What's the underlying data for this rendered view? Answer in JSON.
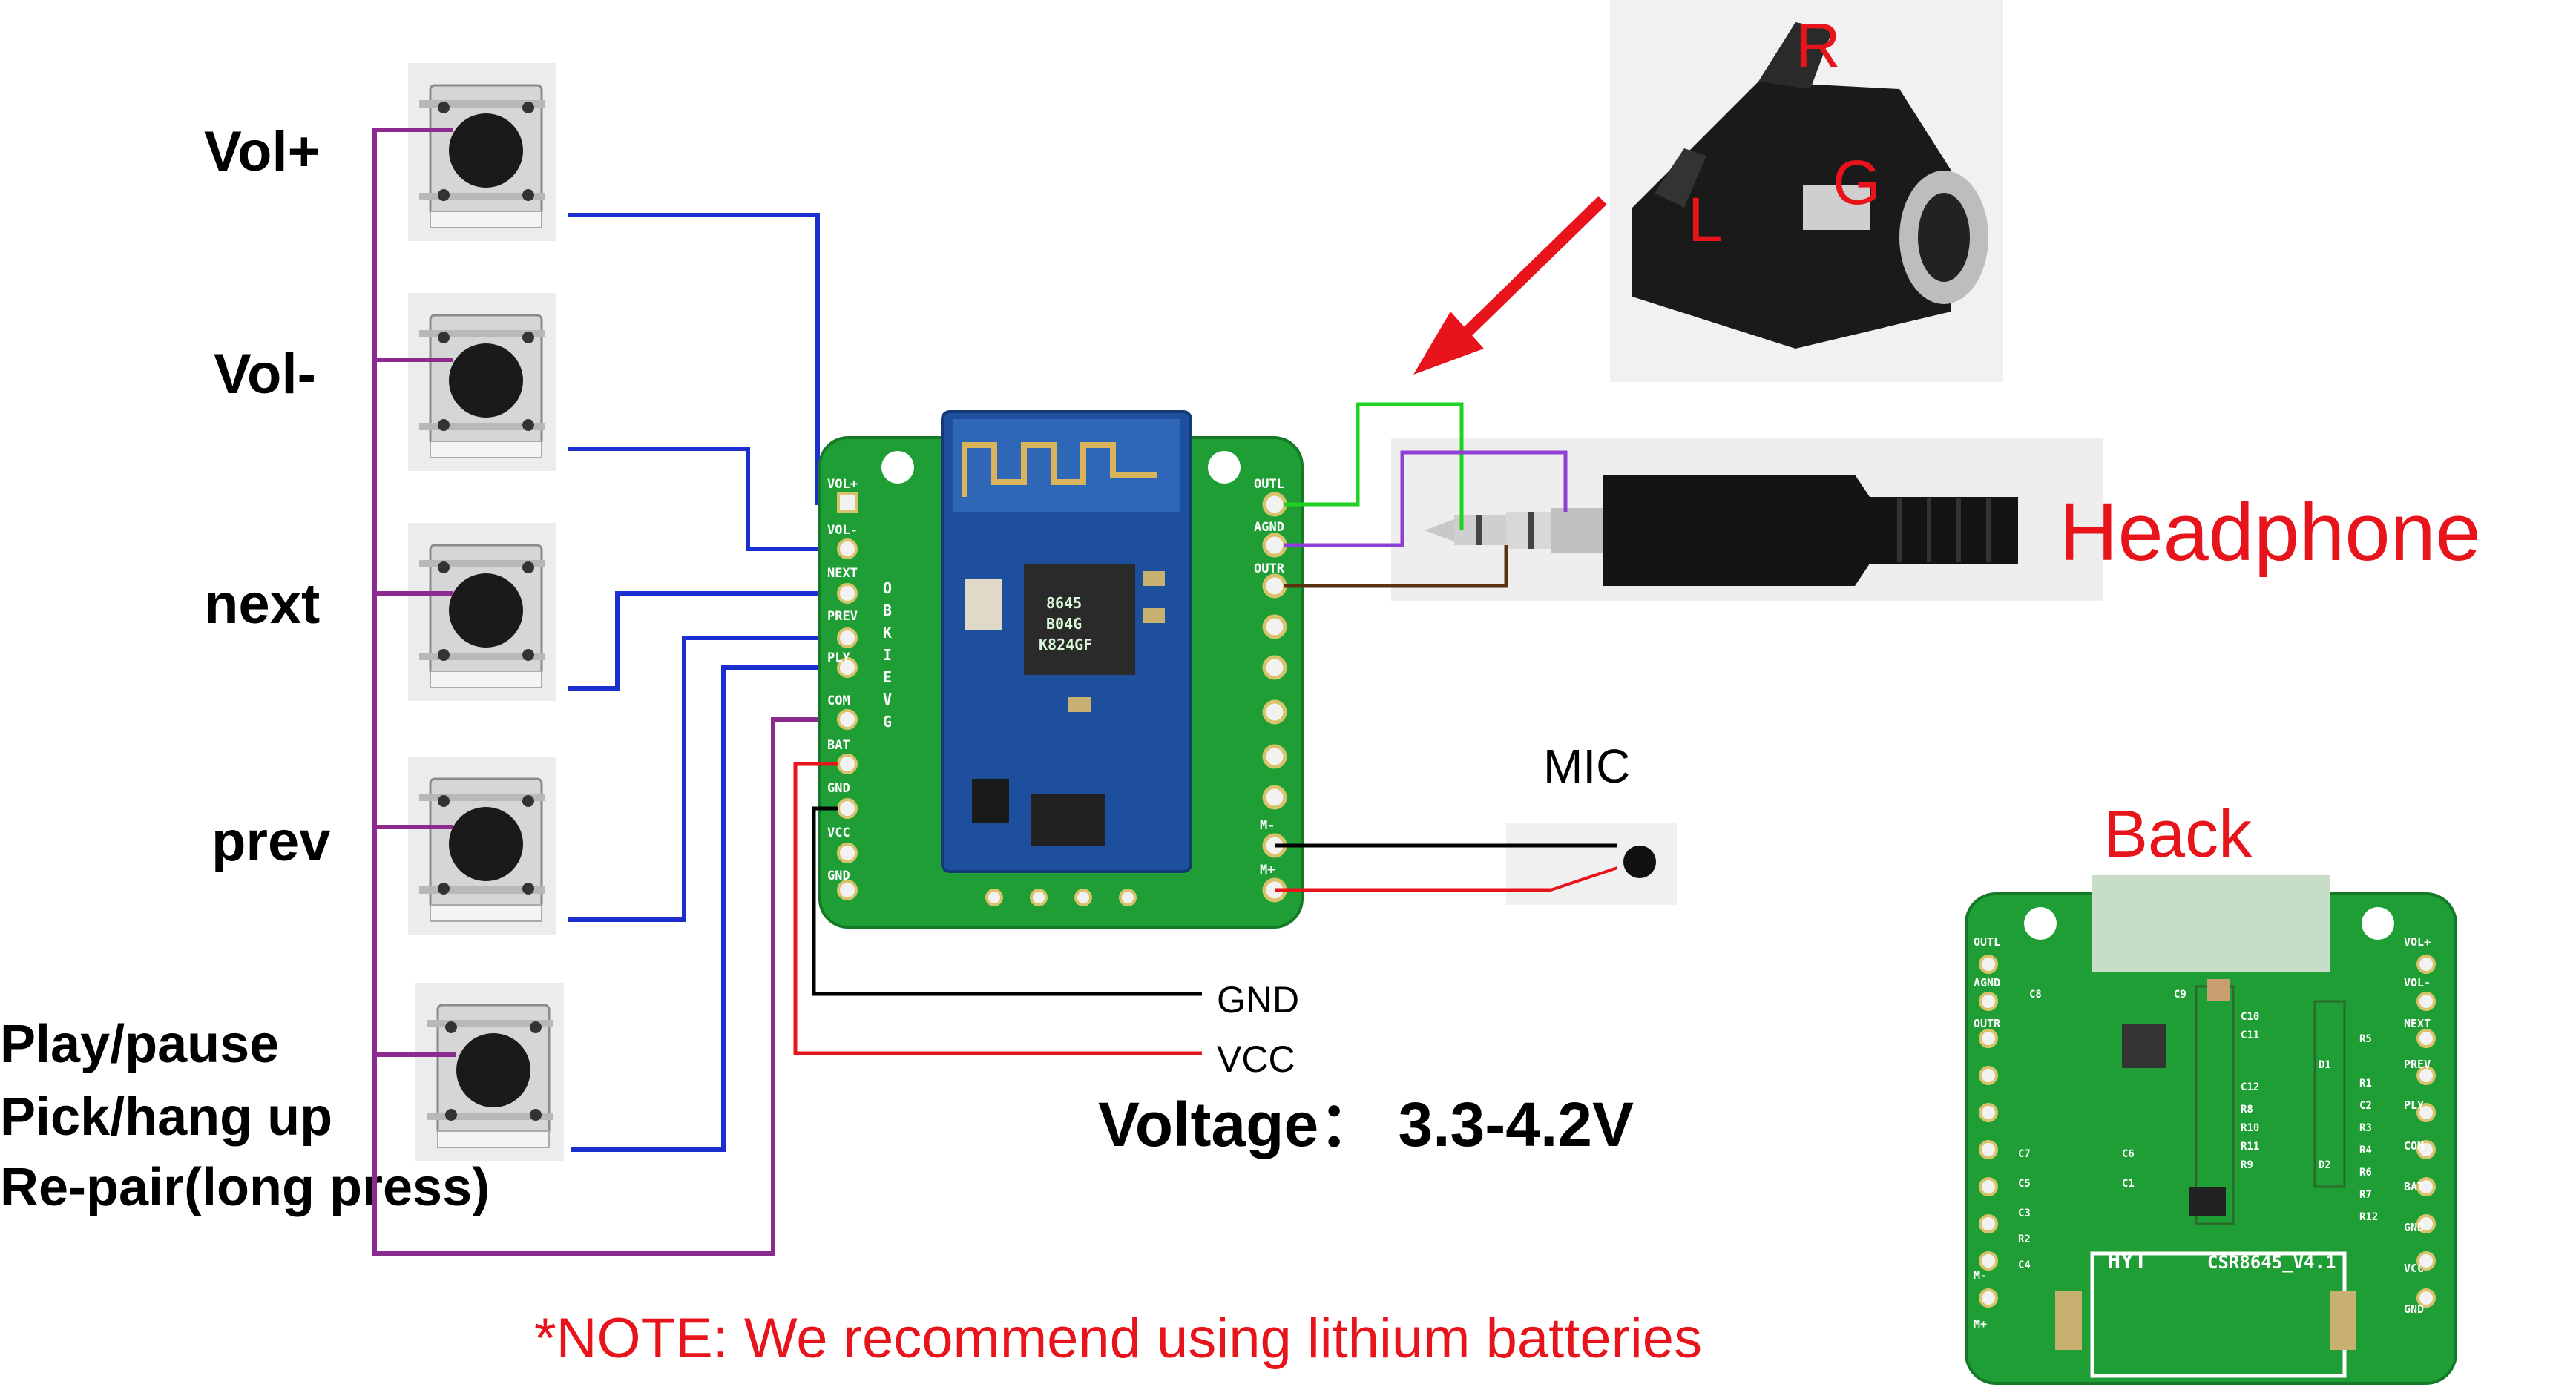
{
  "buttons": [
    {
      "label": "Vol+"
    },
    {
      "label": "Vol-"
    },
    {
      "label": "next"
    },
    {
      "label": "prev"
    },
    {
      "label_lines": [
        "Play/pause",
        "Pick/hang up",
        "Re-pair(long press)"
      ]
    }
  ],
  "board": {
    "left_pins": [
      "VOL+",
      "VOL-",
      "NEXT",
      "PREV",
      "PLY",
      "COM",
      "BAT",
      "GND",
      "VCC",
      "GND"
    ],
    "right_pins": [
      "OUTL",
      "AGND",
      "OUTR",
      "",
      "",
      "",
      "",
      "",
      "M-",
      "M+"
    ],
    "side_letters": [
      "O",
      "B",
      "K",
      "I",
      "E",
      "V",
      "G"
    ],
    "chip_text": [
      "8645",
      "B04G",
      "K824GF"
    ]
  },
  "jack_labels": {
    "R": "R",
    "G": "G",
    "L": "L"
  },
  "headphone_label": "Headphone",
  "mic_label": "MIC",
  "power": {
    "gnd": "GND",
    "vcc": "VCC"
  },
  "voltage": "Voltage： 3.3-4.2V",
  "note": "*NOTE: We recommend using lithium batteries",
  "back": {
    "title": "Back",
    "left_pins": [
      "OUTL",
      "AGND",
      "OUTR",
      "",
      "",
      "",
      "",
      "",
      "M-",
      "M+"
    ],
    "right_pins": [
      "VOL+",
      "VOL-",
      "NEXT",
      "PREV",
      "PLY",
      "COM",
      "BAT",
      "GND",
      "VCC",
      "GND"
    ],
    "components": [
      "C8",
      "C9",
      "C10",
      "C11",
      "C12",
      "R8",
      "R10",
      "R11",
      "R9",
      "C7",
      "C5",
      "C6",
      "C1",
      "C3",
      "R2",
      "C4",
      "R1",
      "C2",
      "R3",
      "R4",
      "R5",
      "R6",
      "R7",
      "R12",
      "D1",
      "D2"
    ],
    "marking_left": "HYT",
    "marking_right": "CSR8645_V4.1"
  },
  "colors": {
    "pcb_green": "#1f9e35",
    "module_blue": "#1e4f9c",
    "wire_purple": "#8b2a8f",
    "wire_blue": "#1b2fd0",
    "wire_green": "#1fd21f",
    "wire_violet": "#8f3fd6",
    "wire_brown": "#5a3410",
    "wire_black": "#000000",
    "wire_red": "#e8141b",
    "label_red": "#e8141b"
  }
}
